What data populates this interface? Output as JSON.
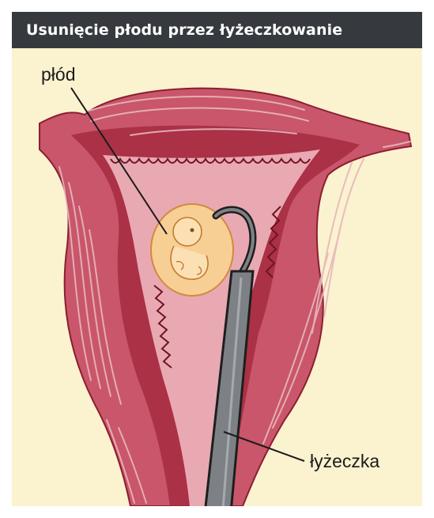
{
  "title": "Usunięcie płodu przez łyżeczkowanie",
  "labels": {
    "fetus": "płód",
    "curette": "łyżeczka"
  },
  "colors": {
    "header_bg": "#363a3f",
    "panel_bg": "#fbf2cf",
    "muscle": "#c9566a",
    "muscle_dark": "#9e1f35",
    "cavity": "#e9a9b2",
    "fetus": "#f7cf95",
    "instrument": "#7d8185",
    "instrument_outline": "#1e1e1e"
  }
}
